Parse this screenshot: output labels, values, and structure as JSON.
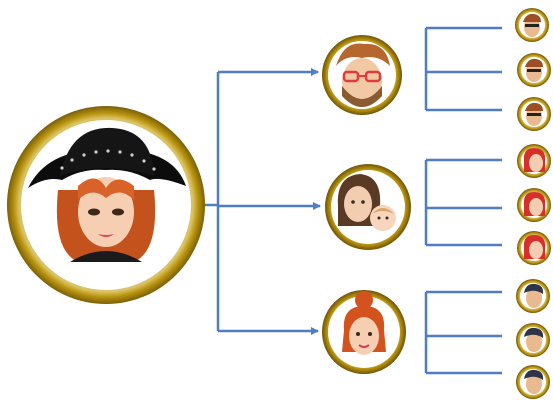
{
  "diagram": {
    "root": {
      "icon": "woman-wide-brim-hat-avatar"
    },
    "children": [
      {
        "icon": "man-red-glasses-beard-avatar",
        "leaves": [
          {
            "icon": "man-sunglasses-avatar"
          },
          {
            "icon": "man-sunglasses-avatar"
          },
          {
            "icon": "man-sunglasses-avatar"
          }
        ]
      },
      {
        "icon": "mother-with-baby-avatar",
        "leaves": [
          {
            "icon": "red-hair-woman-avatar"
          },
          {
            "icon": "red-hair-woman-avatar"
          },
          {
            "icon": "red-hair-woman-avatar"
          }
        ]
      },
      {
        "icon": "red-hair-bun-woman-avatar",
        "leaves": [
          {
            "icon": "dark-hair-man-avatar"
          },
          {
            "icon": "dark-hair-man-avatar"
          },
          {
            "icon": "dark-hair-man-avatar"
          }
        ]
      }
    ],
    "colors": {
      "connector": "#4f7ec4",
      "ring_gold": "#b8930f",
      "ring_gold_light": "#e9d37a"
    }
  }
}
